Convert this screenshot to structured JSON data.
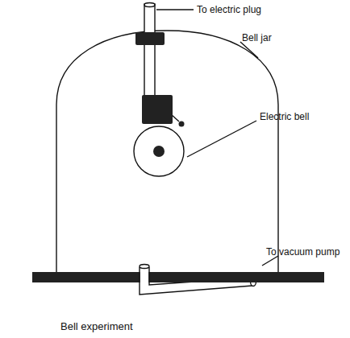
{
  "diagram": {
    "caption": "Bell experiment",
    "labels": [
      "To electric plug",
      "Bell jar",
      "Electric bell",
      "To vacuum pump"
    ]
  }
}
